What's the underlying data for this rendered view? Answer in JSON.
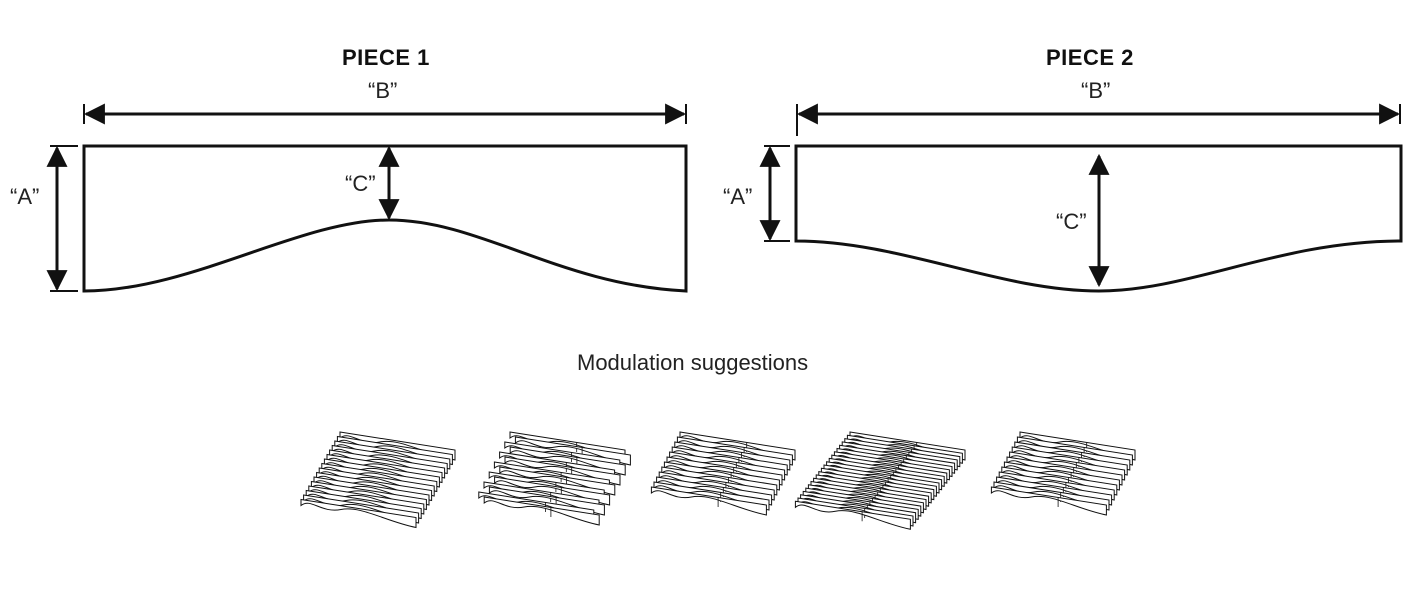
{
  "piece1": {
    "title": "PIECE 1",
    "label_a": "“A”",
    "label_b": "“B”",
    "label_c": "“C”"
  },
  "piece2": {
    "title": "PIECE 2",
    "label_a": "“A”",
    "label_b": "“B”",
    "label_c": "“C”"
  },
  "modulation": {
    "title": "Modulation suggestions",
    "thumbnails": [
      "stacked-layout-1",
      "stacked-layout-2",
      "stacked-layout-3",
      "stacked-layout-4",
      "stacked-layout-5"
    ]
  },
  "colors": {
    "stroke": "#111111",
    "label": "#222222"
  }
}
